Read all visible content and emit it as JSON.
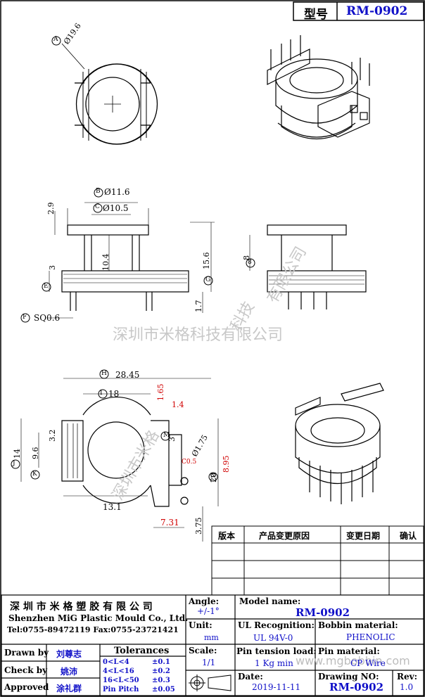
{
  "model_box": {
    "label": "型号",
    "value": "RM-0902"
  },
  "dims": {
    "d_a": "A",
    "v_a": "Ø19.6",
    "d_b": "B",
    "v_b": "Ø11.6",
    "d_c": "C",
    "v_c": "Ø10.5",
    "v_29": "2.9",
    "v_104": "10.4",
    "v_156": "15.6",
    "v_3": "3",
    "d_e": "E",
    "v_17": "1.7",
    "d_g": "G",
    "d_f": "F",
    "v_f": "SQ0.6",
    "v_8": "8",
    "d_h": "H",
    "v_h": "28.45",
    "d_i": "I",
    "v_i": "18",
    "v_165": "1.65",
    "v_14r": "1.4",
    "v_14": "14",
    "d_j": "J",
    "v_32": "3.2",
    "v_96": "9.6",
    "d_k": "K",
    "v_3b": "3",
    "v_175": "Ø1.75",
    "d_m": "M",
    "v_r": "C0.5",
    "v_895": "8.95",
    "v_20": "20",
    "d_n": "N",
    "v_131": "13.1",
    "v_731": "7.31",
    "v_375": "3.75"
  },
  "watermark": {
    "company_cn": "深圳市米格科技有限公司",
    "diag1": "有限公司",
    "diag2": "科技",
    "diag3": "深圳市米格",
    "url": "www.mgbobbin.com"
  },
  "change_table": {
    "headers": [
      "版本",
      "产品变更原因",
      "变更日期",
      "确认"
    ]
  },
  "title_block": {
    "company_cn": "深 圳 市 米 格 塑 胶 有 限 公 司",
    "company_en": "Shenzhen MiG Plastic Mould Co., Ltd.",
    "contact": "Tel:0755-89472119    Fax:0755-23721421",
    "angle_label": "Angle:",
    "angle_value": "+/-1°",
    "unit_label": "Unit:",
    "unit_value": "mm",
    "scale_label": "Scale:",
    "scale_value": "1/1",
    "model_label": "Model name:",
    "model_value": "RM-0902",
    "ul_label": "UL Recognition:",
    "ul_value": "UL 94V-0",
    "bobbin_label": "Bobbin material:",
    "bobbin_value": "PHENOLIC",
    "pin_tension_label": "Pin tension load:",
    "pin_tension_value": "1 Kg min",
    "pin_material_label": "Pin material:",
    "pin_material_value": "CP Wire",
    "date_label": "Date:",
    "date_value": "2019-11-11",
    "drawing_label": "Drawing NO:",
    "drawing_value": "RM-0902",
    "rev_label": "Rev:",
    "rev_value": "1.0",
    "drawn_label": "Drawn by",
    "drawn_value": "刘尊志",
    "check_label": "Check by",
    "check_value": "姚沛",
    "approved_label": "Approved",
    "approved_value": "涂礼群",
    "tol_title": "Tolerances",
    "tol_rows": [
      {
        "range": "0<L<4",
        "tol": "±0.1"
      },
      {
        "range": "4<L<16",
        "tol": "±0.2"
      },
      {
        "range": "16<L<50",
        "tol": "±0.3"
      },
      {
        "range": "Pin Pitch",
        "tol": "±0.05"
      }
    ]
  }
}
